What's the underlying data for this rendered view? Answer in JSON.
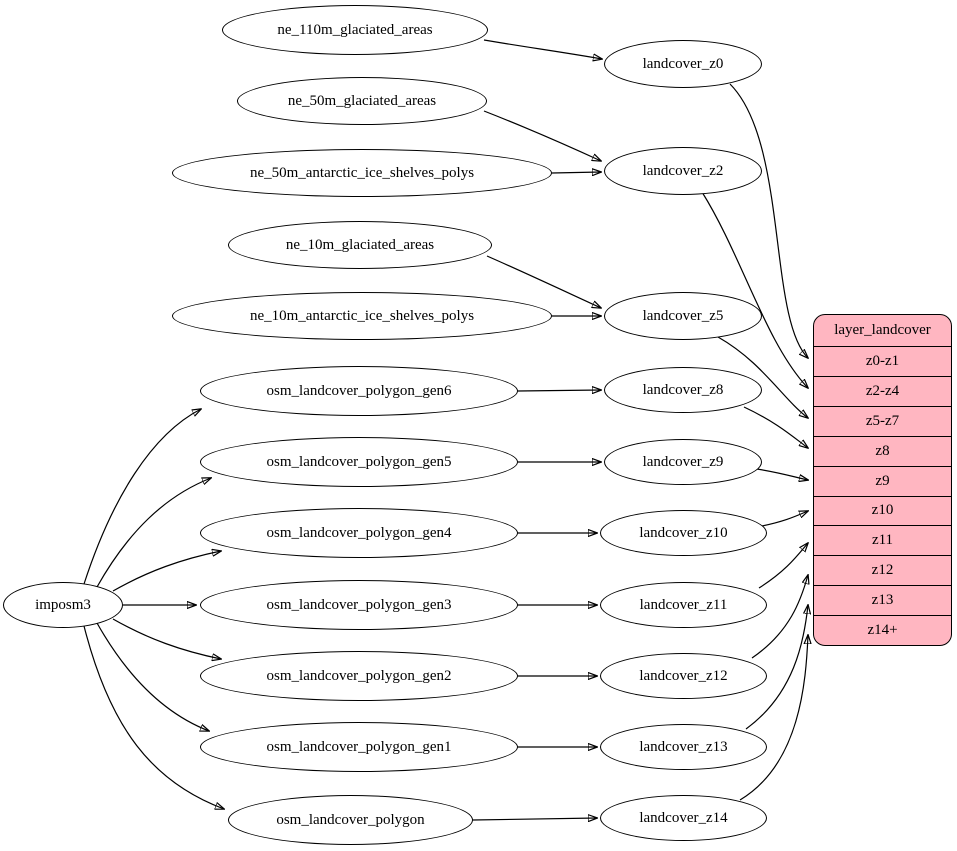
{
  "diagram": {
    "type": "graphviz-flow",
    "colors": {
      "background": "#ffffff",
      "node_fill": "#ffffff",
      "stroke": "#000000",
      "table_fill": "#ffb6c1"
    }
  },
  "nodes": {
    "imposm3": {
      "label": "imposm3"
    },
    "ne_110m_glaciated_areas": {
      "label": "ne_110m_glaciated_areas"
    },
    "ne_50m_glaciated_areas": {
      "label": "ne_50m_glaciated_areas"
    },
    "ne_50m_antarctic_ice_shelves_polys": {
      "label": "ne_50m_antarctic_ice_shelves_polys"
    },
    "ne_10m_glaciated_areas": {
      "label": "ne_10m_glaciated_areas"
    },
    "ne_10m_antarctic_ice_shelves_polys": {
      "label": "ne_10m_antarctic_ice_shelves_polys"
    },
    "osm_landcover_polygon_gen6": {
      "label": "osm_landcover_polygon_gen6"
    },
    "osm_landcover_polygon_gen5": {
      "label": "osm_landcover_polygon_gen5"
    },
    "osm_landcover_polygon_gen4": {
      "label": "osm_landcover_polygon_gen4"
    },
    "osm_landcover_polygon_gen3": {
      "label": "osm_landcover_polygon_gen3"
    },
    "osm_landcover_polygon_gen2": {
      "label": "osm_landcover_polygon_gen2"
    },
    "osm_landcover_polygon_gen1": {
      "label": "osm_landcover_polygon_gen1"
    },
    "osm_landcover_polygon": {
      "label": "osm_landcover_polygon"
    },
    "landcover_z0": {
      "label": "landcover_z0"
    },
    "landcover_z2": {
      "label": "landcover_z2"
    },
    "landcover_z5": {
      "label": "landcover_z5"
    },
    "landcover_z8": {
      "label": "landcover_z8"
    },
    "landcover_z9": {
      "label": "landcover_z9"
    },
    "landcover_z10": {
      "label": "landcover_z10"
    },
    "landcover_z11": {
      "label": "landcover_z11"
    },
    "landcover_z12": {
      "label": "landcover_z12"
    },
    "landcover_z13": {
      "label": "landcover_z13"
    },
    "landcover_z14": {
      "label": "landcover_z14"
    }
  },
  "table": {
    "title": "layer_landcover",
    "rows": [
      "z0-z1",
      "z2-z4",
      "z5-z7",
      "z8",
      "z9",
      "z10",
      "z11",
      "z12",
      "z13",
      "z14+"
    ]
  },
  "edges": [
    {
      "from": "ne_110m_glaciated_areas",
      "to": "landcover_z0"
    },
    {
      "from": "ne_50m_glaciated_areas",
      "to": "landcover_z2"
    },
    {
      "from": "ne_50m_antarctic_ice_shelves_polys",
      "to": "landcover_z2"
    },
    {
      "from": "ne_10m_glaciated_areas",
      "to": "landcover_z5"
    },
    {
      "from": "ne_10m_antarctic_ice_shelves_polys",
      "to": "landcover_z5"
    },
    {
      "from": "osm_landcover_polygon_gen6",
      "to": "landcover_z8"
    },
    {
      "from": "osm_landcover_polygon_gen5",
      "to": "landcover_z9"
    },
    {
      "from": "osm_landcover_polygon_gen4",
      "to": "landcover_z10"
    },
    {
      "from": "osm_landcover_polygon_gen3",
      "to": "landcover_z11"
    },
    {
      "from": "osm_landcover_polygon_gen2",
      "to": "landcover_z12"
    },
    {
      "from": "osm_landcover_polygon_gen1",
      "to": "landcover_z13"
    },
    {
      "from": "osm_landcover_polygon",
      "to": "landcover_z14"
    },
    {
      "from": "imposm3",
      "to": "osm_landcover_polygon_gen6"
    },
    {
      "from": "imposm3",
      "to": "osm_landcover_polygon_gen5"
    },
    {
      "from": "imposm3",
      "to": "osm_landcover_polygon_gen4"
    },
    {
      "from": "imposm3",
      "to": "osm_landcover_polygon_gen3"
    },
    {
      "from": "imposm3",
      "to": "osm_landcover_polygon_gen2"
    },
    {
      "from": "imposm3",
      "to": "osm_landcover_polygon_gen1"
    },
    {
      "from": "imposm3",
      "to": "osm_landcover_polygon"
    },
    {
      "from": "landcover_z0",
      "to": "layer_landcover:z0-z1"
    },
    {
      "from": "landcover_z2",
      "to": "layer_landcover:z2-z4"
    },
    {
      "from": "landcover_z5",
      "to": "layer_landcover:z5-z7"
    },
    {
      "from": "landcover_z8",
      "to": "layer_landcover:z8"
    },
    {
      "from": "landcover_z9",
      "to": "layer_landcover:z9"
    },
    {
      "from": "landcover_z10",
      "to": "layer_landcover:z10"
    },
    {
      "from": "landcover_z11",
      "to": "layer_landcover:z11"
    },
    {
      "from": "landcover_z12",
      "to": "layer_landcover:z12"
    },
    {
      "from": "landcover_z13",
      "to": "layer_landcover:z13"
    },
    {
      "from": "landcover_z14",
      "to": "layer_landcover:z14+"
    }
  ]
}
